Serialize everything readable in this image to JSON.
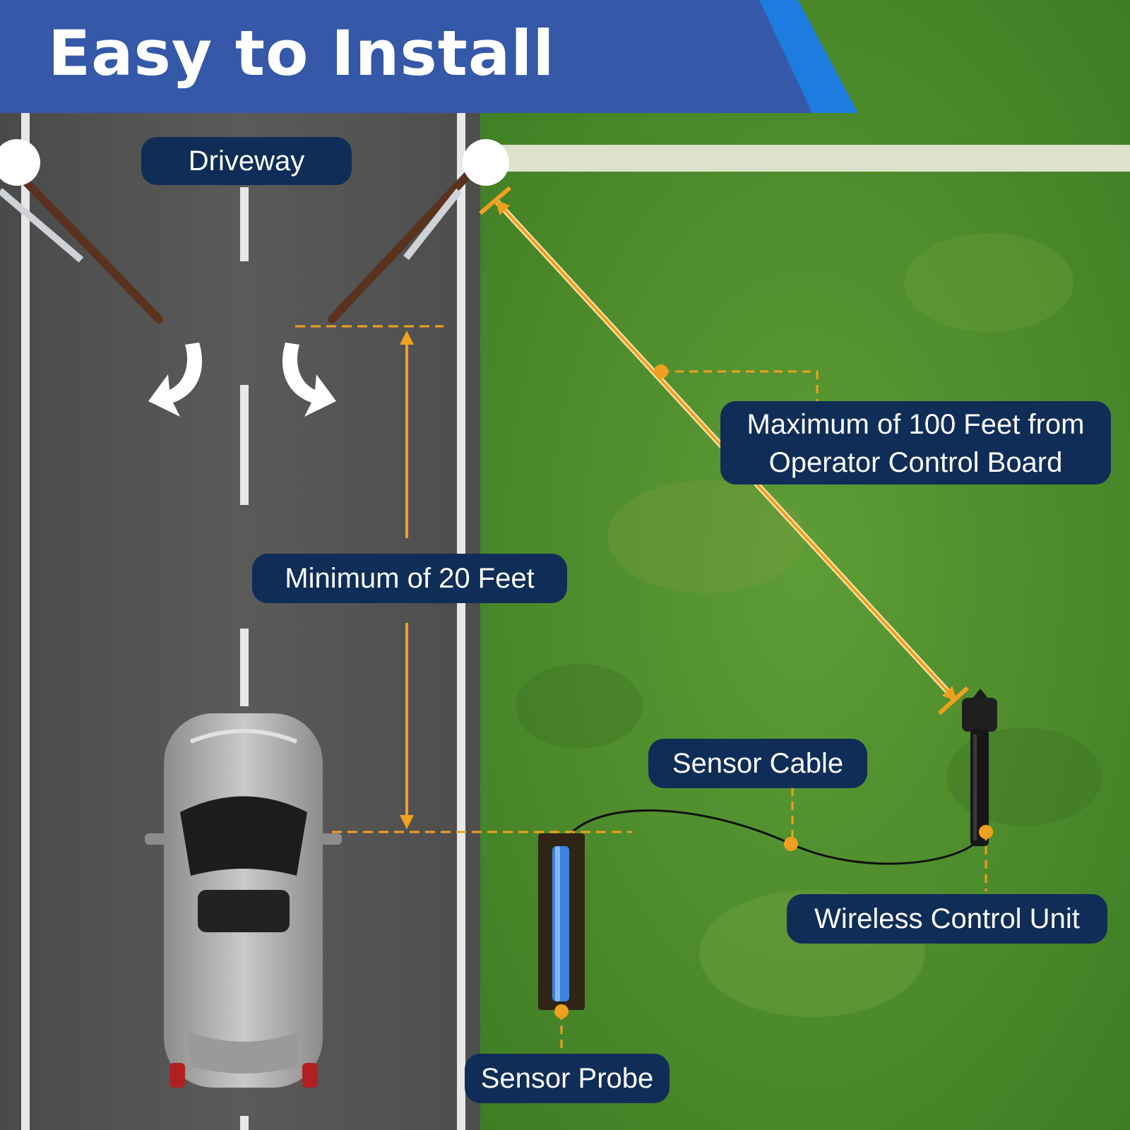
{
  "header": {
    "title": "Easy to Install"
  },
  "labels": {
    "driveway": "Driveway",
    "min_distance": "Minimum of 20 Feet",
    "max_distance_line1": "Maximum of 100 Feet from",
    "max_distance_line2": "Operator Control Board",
    "sensor_cable": "Sensor Cable",
    "wireless_unit": "Wireless Control Unit",
    "sensor_probe": "Sensor Probe"
  },
  "colors": {
    "header_blue": "#3558a8",
    "header_accent": "#1e7be0",
    "label_bg": "#0f2d57",
    "dimension_orange": "#f0a020",
    "asphalt": "#555555",
    "grass": "#4f8f2e"
  }
}
